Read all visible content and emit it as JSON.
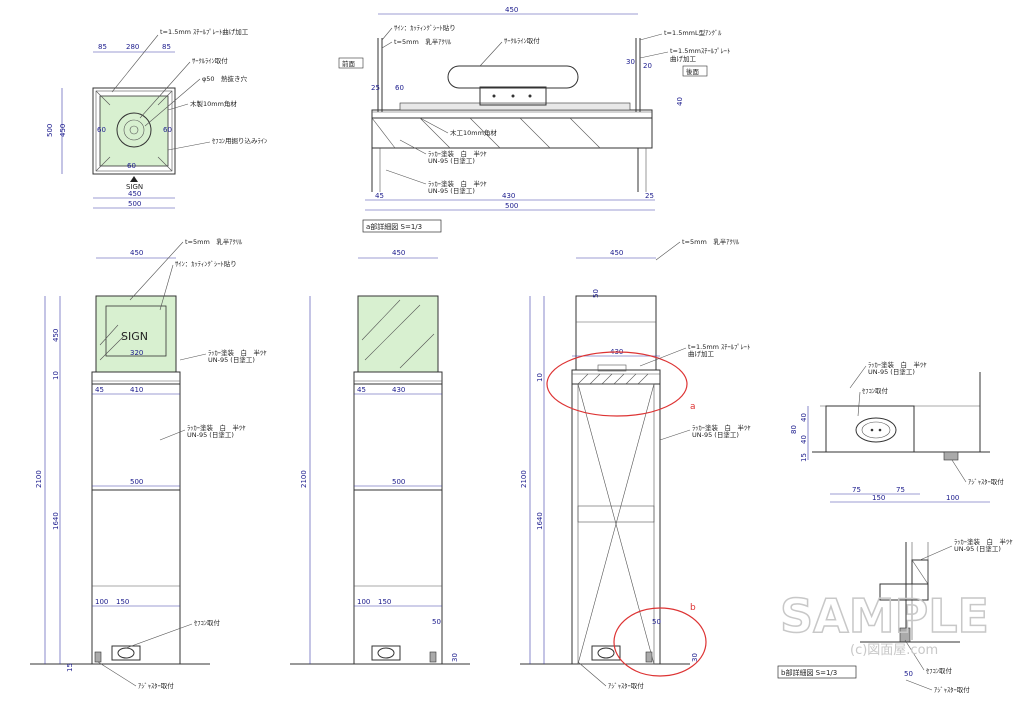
{
  "plan": {
    "dims_top": [
      "85",
      "280",
      "85"
    ],
    "dims_left": [
      "500",
      "450"
    ],
    "dims_bottom": [
      "450",
      "500"
    ],
    "dims_inner": [
      "60",
      "60",
      "60"
    ],
    "labels": [
      "t=1.5mm ｽﾁｰﾙﾌﾟﾚｰﾄ曲げ加工",
      "ｻｰｸﾙﾗｲﾝ取付",
      "φ50　熱抜き穴",
      "木製10mm角材",
      "ｾﾌｺﾝ用掘り込みﾗｲﾝ"
    ],
    "sign": "SIGN"
  },
  "detail_a": {
    "title": "a部詳細図 S=1/3",
    "dims": [
      "450",
      "30",
      "20",
      "25",
      "60",
      "40",
      "45",
      "430",
      "25",
      "500"
    ],
    "labels": [
      "ｻｲﾝ：ｶｯﾃｨﾝｸﾞｼｰﾄ貼り",
      "t=5mm　乳半ｱｸﾘﾙ",
      "ｻｰｸﾙﾗｲﾝ取付",
      "t=1.5mmL型ｱﾝｸﾞﾙ",
      "t=1.5mmｽﾁｰﾙﾌﾟﾚｰﾄ",
      "曲げ加工",
      "木工10mm角材",
      "ﾗｯｶｰ塗装　白　半ﾂﾔ",
      "UN-95 (日塗工)",
      "ﾗｯｶｰ塗装　白　半ﾂﾔ",
      "UN-95 (日塗工)"
    ],
    "front": "前面",
    "back": "後面"
  },
  "elev1": {
    "dims": [
      "450",
      "410",
      "500",
      "320",
      "100",
      "150",
      "2100",
      "450",
      "10",
      "1640",
      "15",
      "45"
    ],
    "labels": [
      "t=5mm　乳半ｱｸﾘﾙ",
      "ｻｲﾝ：ｶｯﾃｨﾝｸﾞｼｰﾄ貼り",
      "ﾗｯｶｰ塗装　白　半ﾂﾔ",
      "UN-95 (日塗工)",
      "ﾗｯｶｰ塗装　白　半ﾂﾔ",
      "UN-95 (日塗工)",
      "ｾﾌｺﾝ取付",
      "ｱｼﾞｬｽﾀｰ取付"
    ],
    "sign": "SIGN"
  },
  "elev2": {
    "dims": [
      "450",
      "430",
      "500",
      "100",
      "150",
      "50",
      "30",
      "2100",
      "45"
    ]
  },
  "elev3": {
    "dims": [
      "450",
      "430",
      "50",
      "2100",
      "1640",
      "10",
      "30",
      "50"
    ],
    "labels": [
      "t=5mm　乳半ｱｸﾘﾙ",
      "t=1.5mm ｽﾁｰﾙﾌﾟﾚｰﾄ",
      "曲げ加工",
      "ﾗｯｶｰ塗装　白　半ﾂﾔ",
      "UN-95 (日塗工)",
      "ｱｼﾞｬｽﾀｰ取付"
    ],
    "markers": [
      "a",
      "b"
    ]
  },
  "detail_b": {
    "title": "b部詳細図 S=1/3",
    "dims": [
      "40",
      "40",
      "80",
      "15",
      "75",
      "75",
      "150",
      "100",
      "50"
    ],
    "labels": [
      "ﾗｯｶｰ塗装　白　半ﾂﾔ",
      "UN-95 (日塗工)",
      "ｾﾌｺﾝ取付",
      "ｱｼﾞｬｽﾀｰ取付",
      "ﾗｯｶｰ塗装　白　半ﾂﾔ",
      "UN-95 (日塗工)",
      "ｾﾌｺﾝ取付",
      "ｱｼﾞｬｽﾀｰ取付"
    ]
  },
  "watermark": {
    "main": "SAMPLE",
    "sub": "(c)図面屋.com"
  }
}
